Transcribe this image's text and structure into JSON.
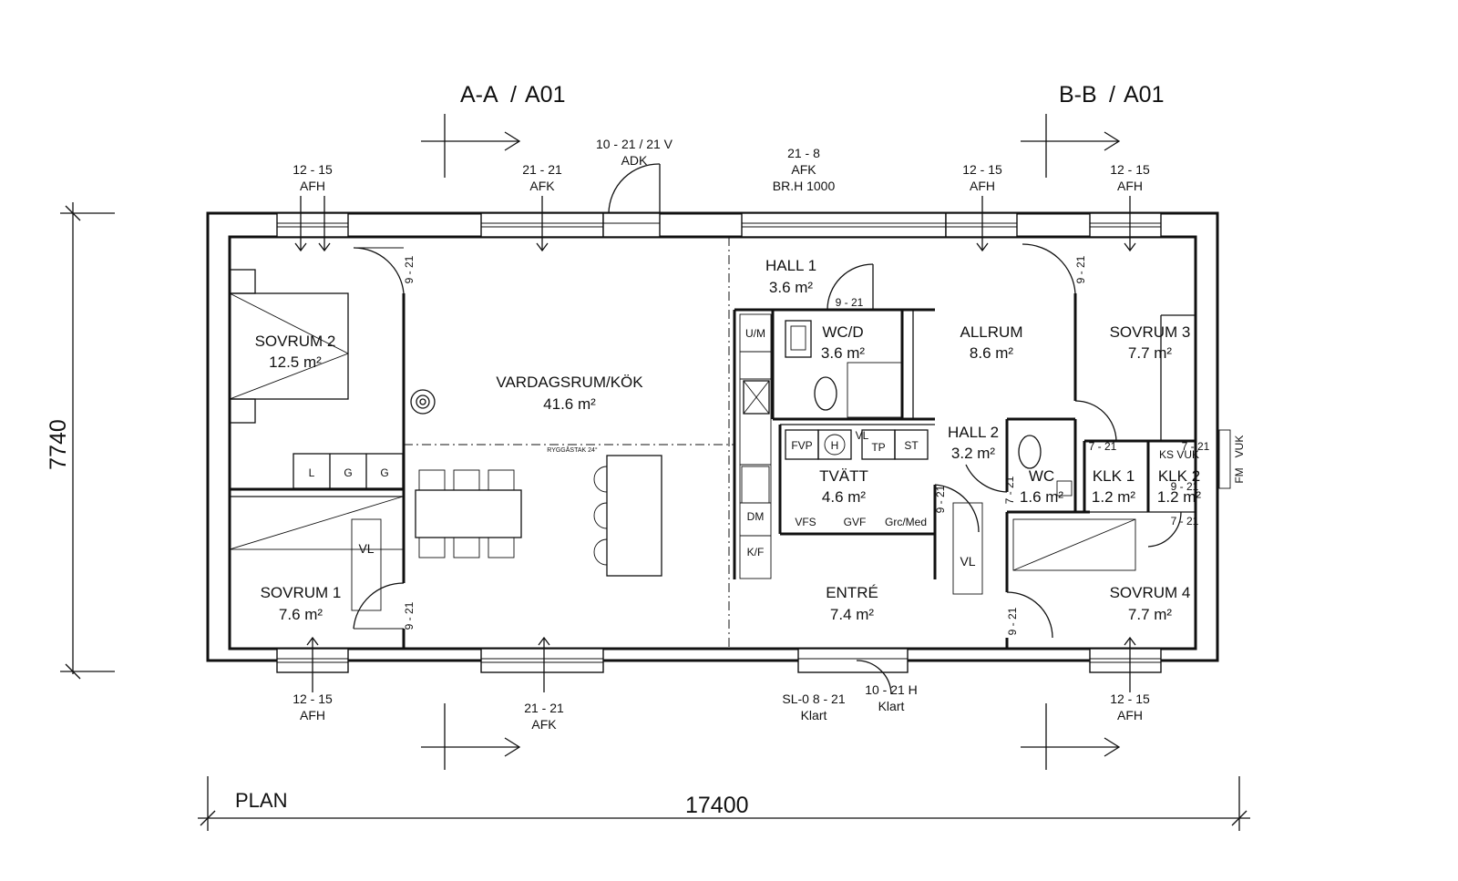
{
  "sections": {
    "aa": "A-A",
    "bb": "B-B",
    "sheet": "A01"
  },
  "plan_label": "PLAN",
  "dimensions": {
    "width": "17400",
    "height": "7740"
  },
  "rooms": {
    "sovrum2": {
      "name": "SOVRUM 2",
      "area": "12.5 m²"
    },
    "vardagsrum": {
      "name": "VARDAGSRUM/KÖK",
      "area": "41.6 m²"
    },
    "hall1": {
      "name": "HALL 1",
      "area": "3.6 m²"
    },
    "wcd": {
      "name": "WC/D",
      "area": "3.6 m²"
    },
    "allrum": {
      "name": "ALLRUM",
      "area": "8.6 m²"
    },
    "sovrum3": {
      "name": "SOVRUM 3",
      "area": "7.7 m²"
    },
    "hall2": {
      "name": "HALL 2",
      "area": "3.2 m²"
    },
    "tvatt": {
      "name": "TVÄTT",
      "area": "4.6 m²"
    },
    "wc": {
      "name": "WC",
      "area": "1.6 m²"
    },
    "klk1": {
      "name": "KLK 1",
      "area": "1.2 m²"
    },
    "klk2": {
      "name": "KLK 2",
      "area": "1.2 m²"
    },
    "sovrum1": {
      "name": "SOVRUM 1",
      "area": "7.6 m²"
    },
    "entre": {
      "name": "ENTRÉ",
      "area": "7.4 m²"
    },
    "sovrum4": {
      "name": "SOVRUM 4",
      "area": "7.7 m²"
    }
  },
  "window_labels": {
    "top1": {
      "size": "12 - 15",
      "type": "AFH"
    },
    "top2": {
      "size": "21 - 21",
      "type": "AFK"
    },
    "top3": {
      "size": "10 - 21  / 21 V",
      "type": "ADK"
    },
    "top4": {
      "size": "21 - 8",
      "type": "AFK",
      "extra": "BR.H 1000"
    },
    "top5": {
      "size": "12 - 15",
      "type": "AFH"
    },
    "top6": {
      "size": "12 - 15",
      "type": "AFH"
    },
    "bot1": {
      "size": "12 - 15",
      "type": "AFH"
    },
    "bot2": {
      "size": "21 - 21",
      "type": "AFK"
    },
    "bot3": {
      "size": "SL-0 8 - 21",
      "type": "Klart"
    },
    "bot4": {
      "size": "10 - 21  H",
      "type": "Klart"
    },
    "bot5": {
      "size": "12 - 15",
      "type": "AFH"
    }
  },
  "door_labels": {
    "d1": "9 - 21",
    "d2": "9 - 21",
    "d3": "9 - 21",
    "d4": "9 - 21",
    "d5": "9 - 21",
    "d6": "7 - 21",
    "d7": "7 - 21",
    "d8": "7 - 21",
    "d9": "9 - 21",
    "d10": "9 - 21",
    "d11": "7 - 21"
  },
  "fixtures": {
    "l": "L",
    "g1": "G",
    "g2": "G",
    "vl1": "VL",
    "vl2": "VL",
    "um": "U/M",
    "dm": "DM",
    "kf": "K/F",
    "fvp": "FVP",
    "h": "H",
    "vl3": "VL",
    "tp": "TP",
    "st": "ST",
    "vfs": "VFS",
    "gvf": "GVF",
    "grc": "Grc/Med",
    "ksvuk": "KS VUK",
    "fm": "FM",
    "vuk": "VUK",
    "ryggas": "RYGGÅSTAK 24°"
  }
}
